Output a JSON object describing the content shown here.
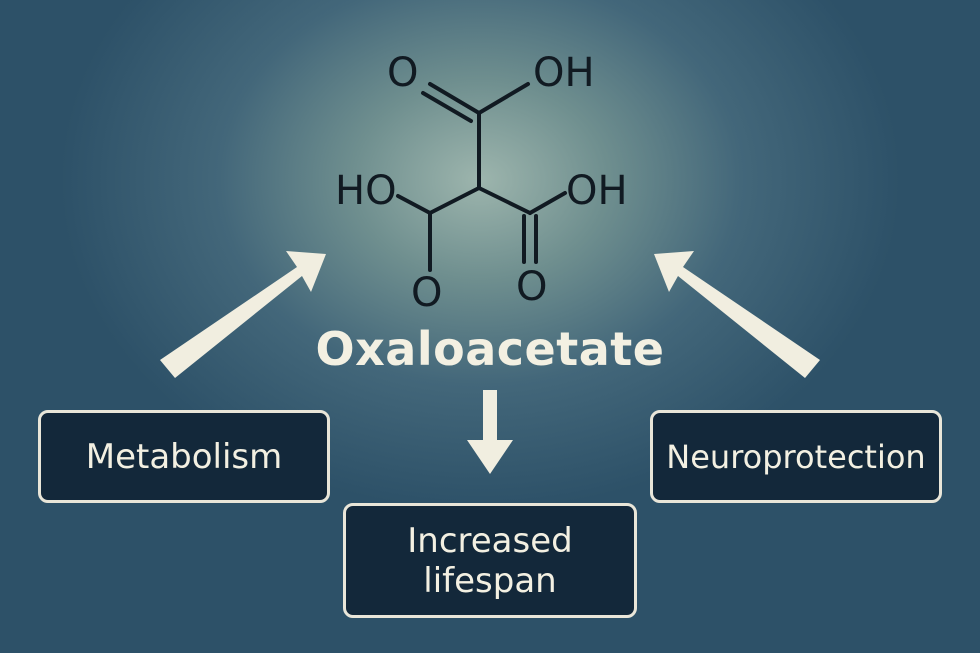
{
  "molecule": {
    "atoms": {
      "top_left_O": "O",
      "top_right_OH": "OH",
      "left_HO": "HO",
      "right_OH": "OH",
      "bottom_left_O": "O",
      "bottom_right_O": "O"
    }
  },
  "title": "Oxaloacetate",
  "effects": {
    "left": "Metabolism",
    "right": "Neuroprotection",
    "bottom": "Increased lifespan"
  },
  "colors": {
    "background_center": "#9db5ad",
    "background_edge": "#2d5168",
    "box_fill": "#13283a",
    "box_border": "#e9e6d9",
    "text_light": "#f3f0e2",
    "arrow": "#f1eee0",
    "structure": "#111a22"
  }
}
